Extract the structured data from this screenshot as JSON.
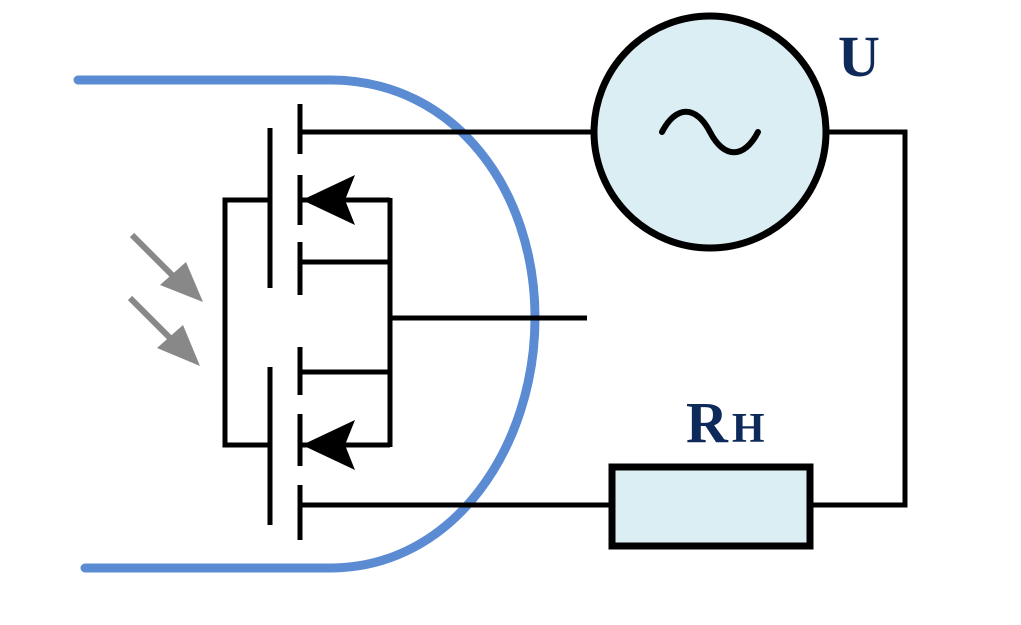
{
  "labels": {
    "source": "U",
    "load_main": "R",
    "load_sub": "H"
  },
  "colors": {
    "wire": "#000000",
    "enclosure": "#5b8bd2",
    "component_fill": "#dbeef4",
    "label": "#0d2a5a",
    "light_arrow": "#888888"
  },
  "icons": {
    "source_symbol": "sine-wave-icon",
    "light": "incident-light-arrow-icon",
    "diode": "body-diode-icon"
  }
}
